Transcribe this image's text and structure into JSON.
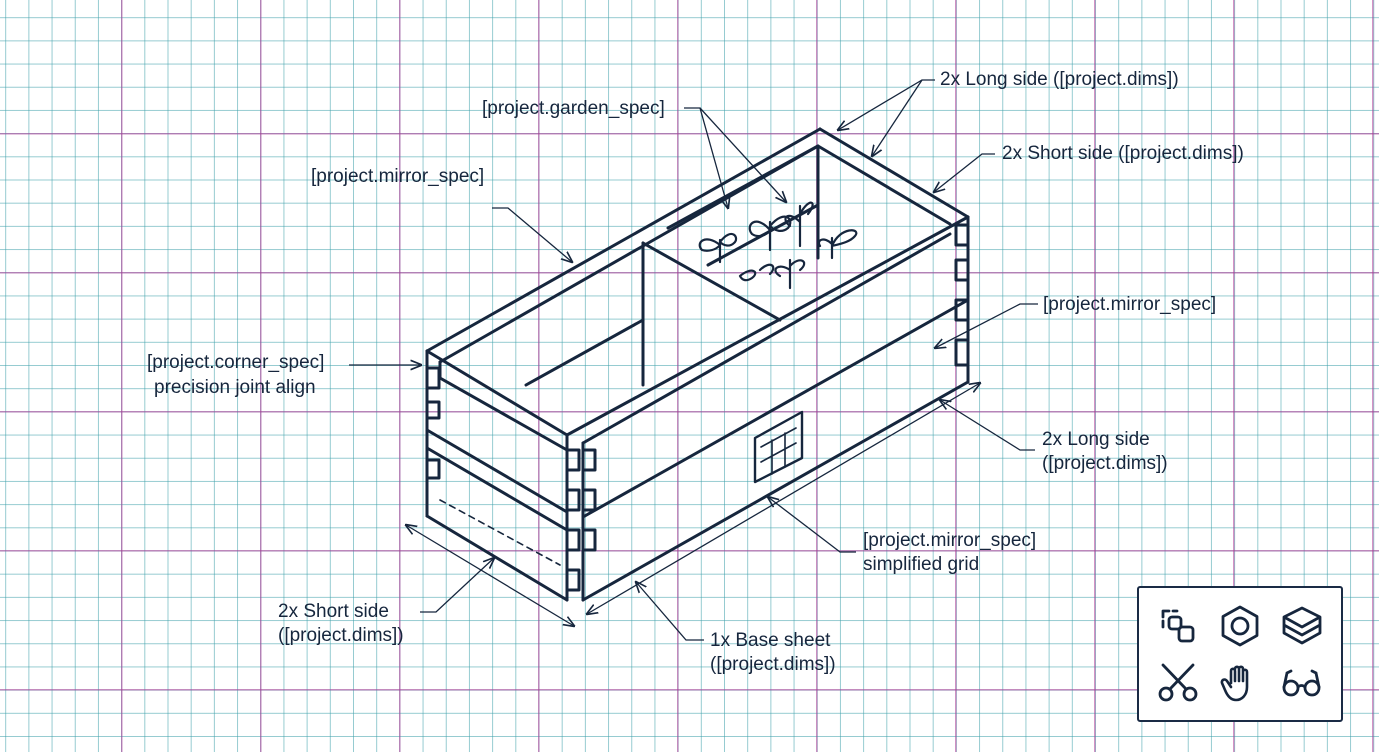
{
  "labels": {
    "long_side_top": "2x Long side ([project.dims])",
    "short_side_top": "2x Short side ([project.dims])",
    "garden_spec": "[project.garden_spec]",
    "mirror_spec_top": "[project.mirror_spec]",
    "mirror_spec_right": "[project.mirror_spec]",
    "corner_spec": "[project.corner_spec]",
    "corner_spec_note": "precision joint align",
    "long_side_right_1": "2x Long side",
    "long_side_right_2": "([project.dims])",
    "mirror_spec_bottom": "[project.mirror_spec]",
    "mirror_spec_bottom_note": "simplified grid",
    "short_side_bottom_1": "2x Short side",
    "short_side_bottom_2": "([project.dims])",
    "base_sheet_1": "1x Base sheet",
    "base_sheet_2": "([project.dims])"
  },
  "toolbox": {
    "tools": [
      "shapes-icon",
      "hex-nut-icon",
      "box-icon",
      "scissors-icon",
      "hand-icon",
      "glasses-icon"
    ]
  },
  "colors": {
    "ink": "#16263d",
    "grid_minor": "#3ea0aa",
    "grid_major": "#b23a96",
    "background": "#ffffff"
  }
}
